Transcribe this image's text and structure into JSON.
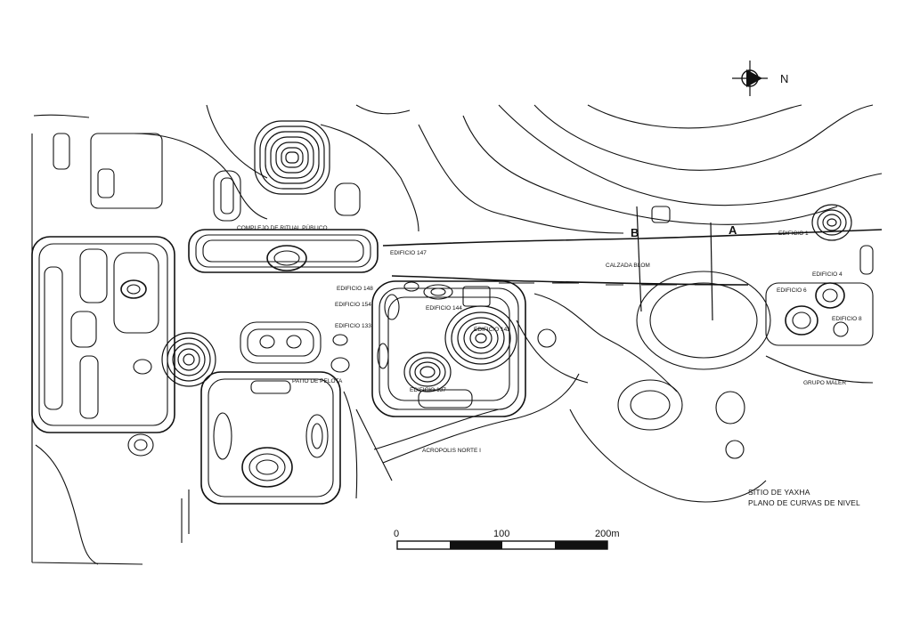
{
  "north_arrow": {
    "label": "N"
  },
  "map_labels": {
    "complejo": "COMPLEJO DE RITUAL PÚBLICO",
    "edificio_147": "EDIFICIO 147",
    "edificio_148": "EDIFICIO 148",
    "edificio_154": "EDIFICIO 154",
    "edificio_144": "EDIFICIO 144",
    "edificio_133": "EDIFICIO 133",
    "edificio_142": "EDIFICIO 142",
    "edificio_137": "EDIFICIO 137",
    "patio_pelota": "PATIO DE PELOTA",
    "acropolis": "ACROPOLIS NORTE I",
    "calzada": "CALZADA BLOM",
    "marker_a": "A",
    "marker_b": "B",
    "edificio_1": "EDIFICIO 1",
    "edificio_4": "EDIFICIO 4",
    "edificio_6": "EDIFICIO 6",
    "edificio_8": "EDIFICIO 8",
    "grupo_maler": "GRUPO MALER"
  },
  "title": {
    "line1": "SITIO DE YAXHA",
    "line2": "PLANO DE CURVAS DE NIVEL"
  },
  "scale_bar": {
    "t0": "0",
    "t1": "100",
    "t2": "200m"
  }
}
